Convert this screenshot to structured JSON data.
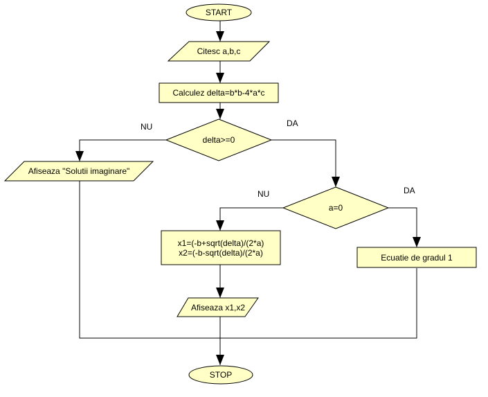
{
  "diagram": {
    "type": "flowchart",
    "colors": {
      "fill": "#ffffc6",
      "stroke": "#000000",
      "background": "#ffffff"
    },
    "nodes": {
      "start": {
        "shape": "terminator",
        "text": "START"
      },
      "read": {
        "shape": "io",
        "text": "Citesc a,b,c"
      },
      "compute_delta": {
        "shape": "process",
        "text": "Calculez delta=b*b-4*a*c"
      },
      "decision_delta": {
        "shape": "decision",
        "text": "delta>=0"
      },
      "show_imaginary": {
        "shape": "io",
        "text": "Afiseaza \"Solutii imaginare\""
      },
      "decision_a": {
        "shape": "decision",
        "text": "a=0"
      },
      "compute_roots": {
        "shape": "process",
        "line1": "x1=(-b+sqrt(delta)/(2*a)",
        "line2": "x2=(-b-sqrt(delta)/(2*a)"
      },
      "first_degree": {
        "shape": "process",
        "text": "Ecuatie de gradul 1"
      },
      "show_roots": {
        "shape": "io",
        "text": "Afiseaza x1,x2"
      },
      "stop": {
        "shape": "terminator",
        "text": "STOP"
      }
    },
    "labels": {
      "delta_no": "NU",
      "delta_yes": "DA",
      "a_no": "NU",
      "a_yes": "DA"
    },
    "edges": [
      {
        "from": "start",
        "to": "read"
      },
      {
        "from": "read",
        "to": "compute_delta"
      },
      {
        "from": "compute_delta",
        "to": "decision_delta"
      },
      {
        "from": "decision_delta",
        "to": "show_imaginary",
        "label": "NU"
      },
      {
        "from": "decision_delta",
        "to": "decision_a",
        "label": "DA"
      },
      {
        "from": "decision_a",
        "to": "compute_roots",
        "label": "NU"
      },
      {
        "from": "decision_a",
        "to": "first_degree",
        "label": "DA"
      },
      {
        "from": "compute_roots",
        "to": "show_roots"
      },
      {
        "from": "show_roots",
        "to": "stop"
      },
      {
        "from": "show_imaginary",
        "to": "stop"
      },
      {
        "from": "first_degree",
        "to": "stop"
      }
    ]
  }
}
